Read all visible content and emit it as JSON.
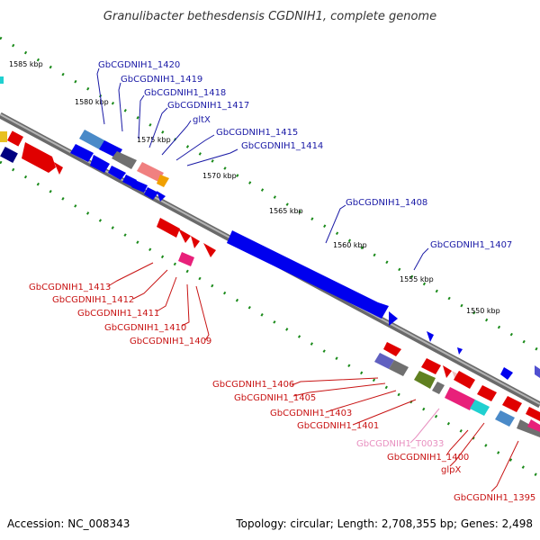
{
  "title": "Granulibacter bethesdensis CGDNIH1, complete genome",
  "accession": "Accession: NC_008343",
  "topology": "Topology: circular; Length: 2,708,355 bp; Genes: 2,498",
  "colors": {
    "forward_gene": "#0000ee",
    "reverse_gene": "#ee0000",
    "rna": "#e8207a",
    "backbone": "#8c8c8c",
    "tick": "#1a8a1a",
    "label_forward": "#1a1aa6",
    "label_reverse": "#c81414",
    "label_trna": "#e890c0"
  },
  "scale_labels": [
    "1585 kbp",
    "1580 kbp",
    "1575 kbp",
    "1570 kbp",
    "1565 kbp",
    "1560 kbp",
    "1555 kbp",
    "1550 kbp"
  ],
  "forward_labels": [
    "GbCGDNIH1_1420",
    "GbCGDNIH1_1419",
    "GbCGDNIH1_1418",
    "GbCGDNIH1_1417",
    "gltX",
    "GbCGDNIH1_1415",
    "GbCGDNIH1_1414",
    "GbCGDNIH1_1408",
    "GbCGDNIH1_1407"
  ],
  "reverse_labels": [
    "GbCGDNIH1_1413",
    "GbCGDNIH1_1412",
    "GbCGDNIH1_1411",
    "GbCGDNIH1_1410",
    "GbCGDNIH1_1409",
    "GbCGDNIH1_1406",
    "GbCGDNIH1_1405",
    "GbCGDNIH1_1403",
    "GbCGDNIH1_1401",
    "GbCGDNIH1_1400",
    "glpX",
    "GbCGDNIH1_1395"
  ],
  "trna_labels": [
    "GbCGDNIH1_T0033"
  ]
}
